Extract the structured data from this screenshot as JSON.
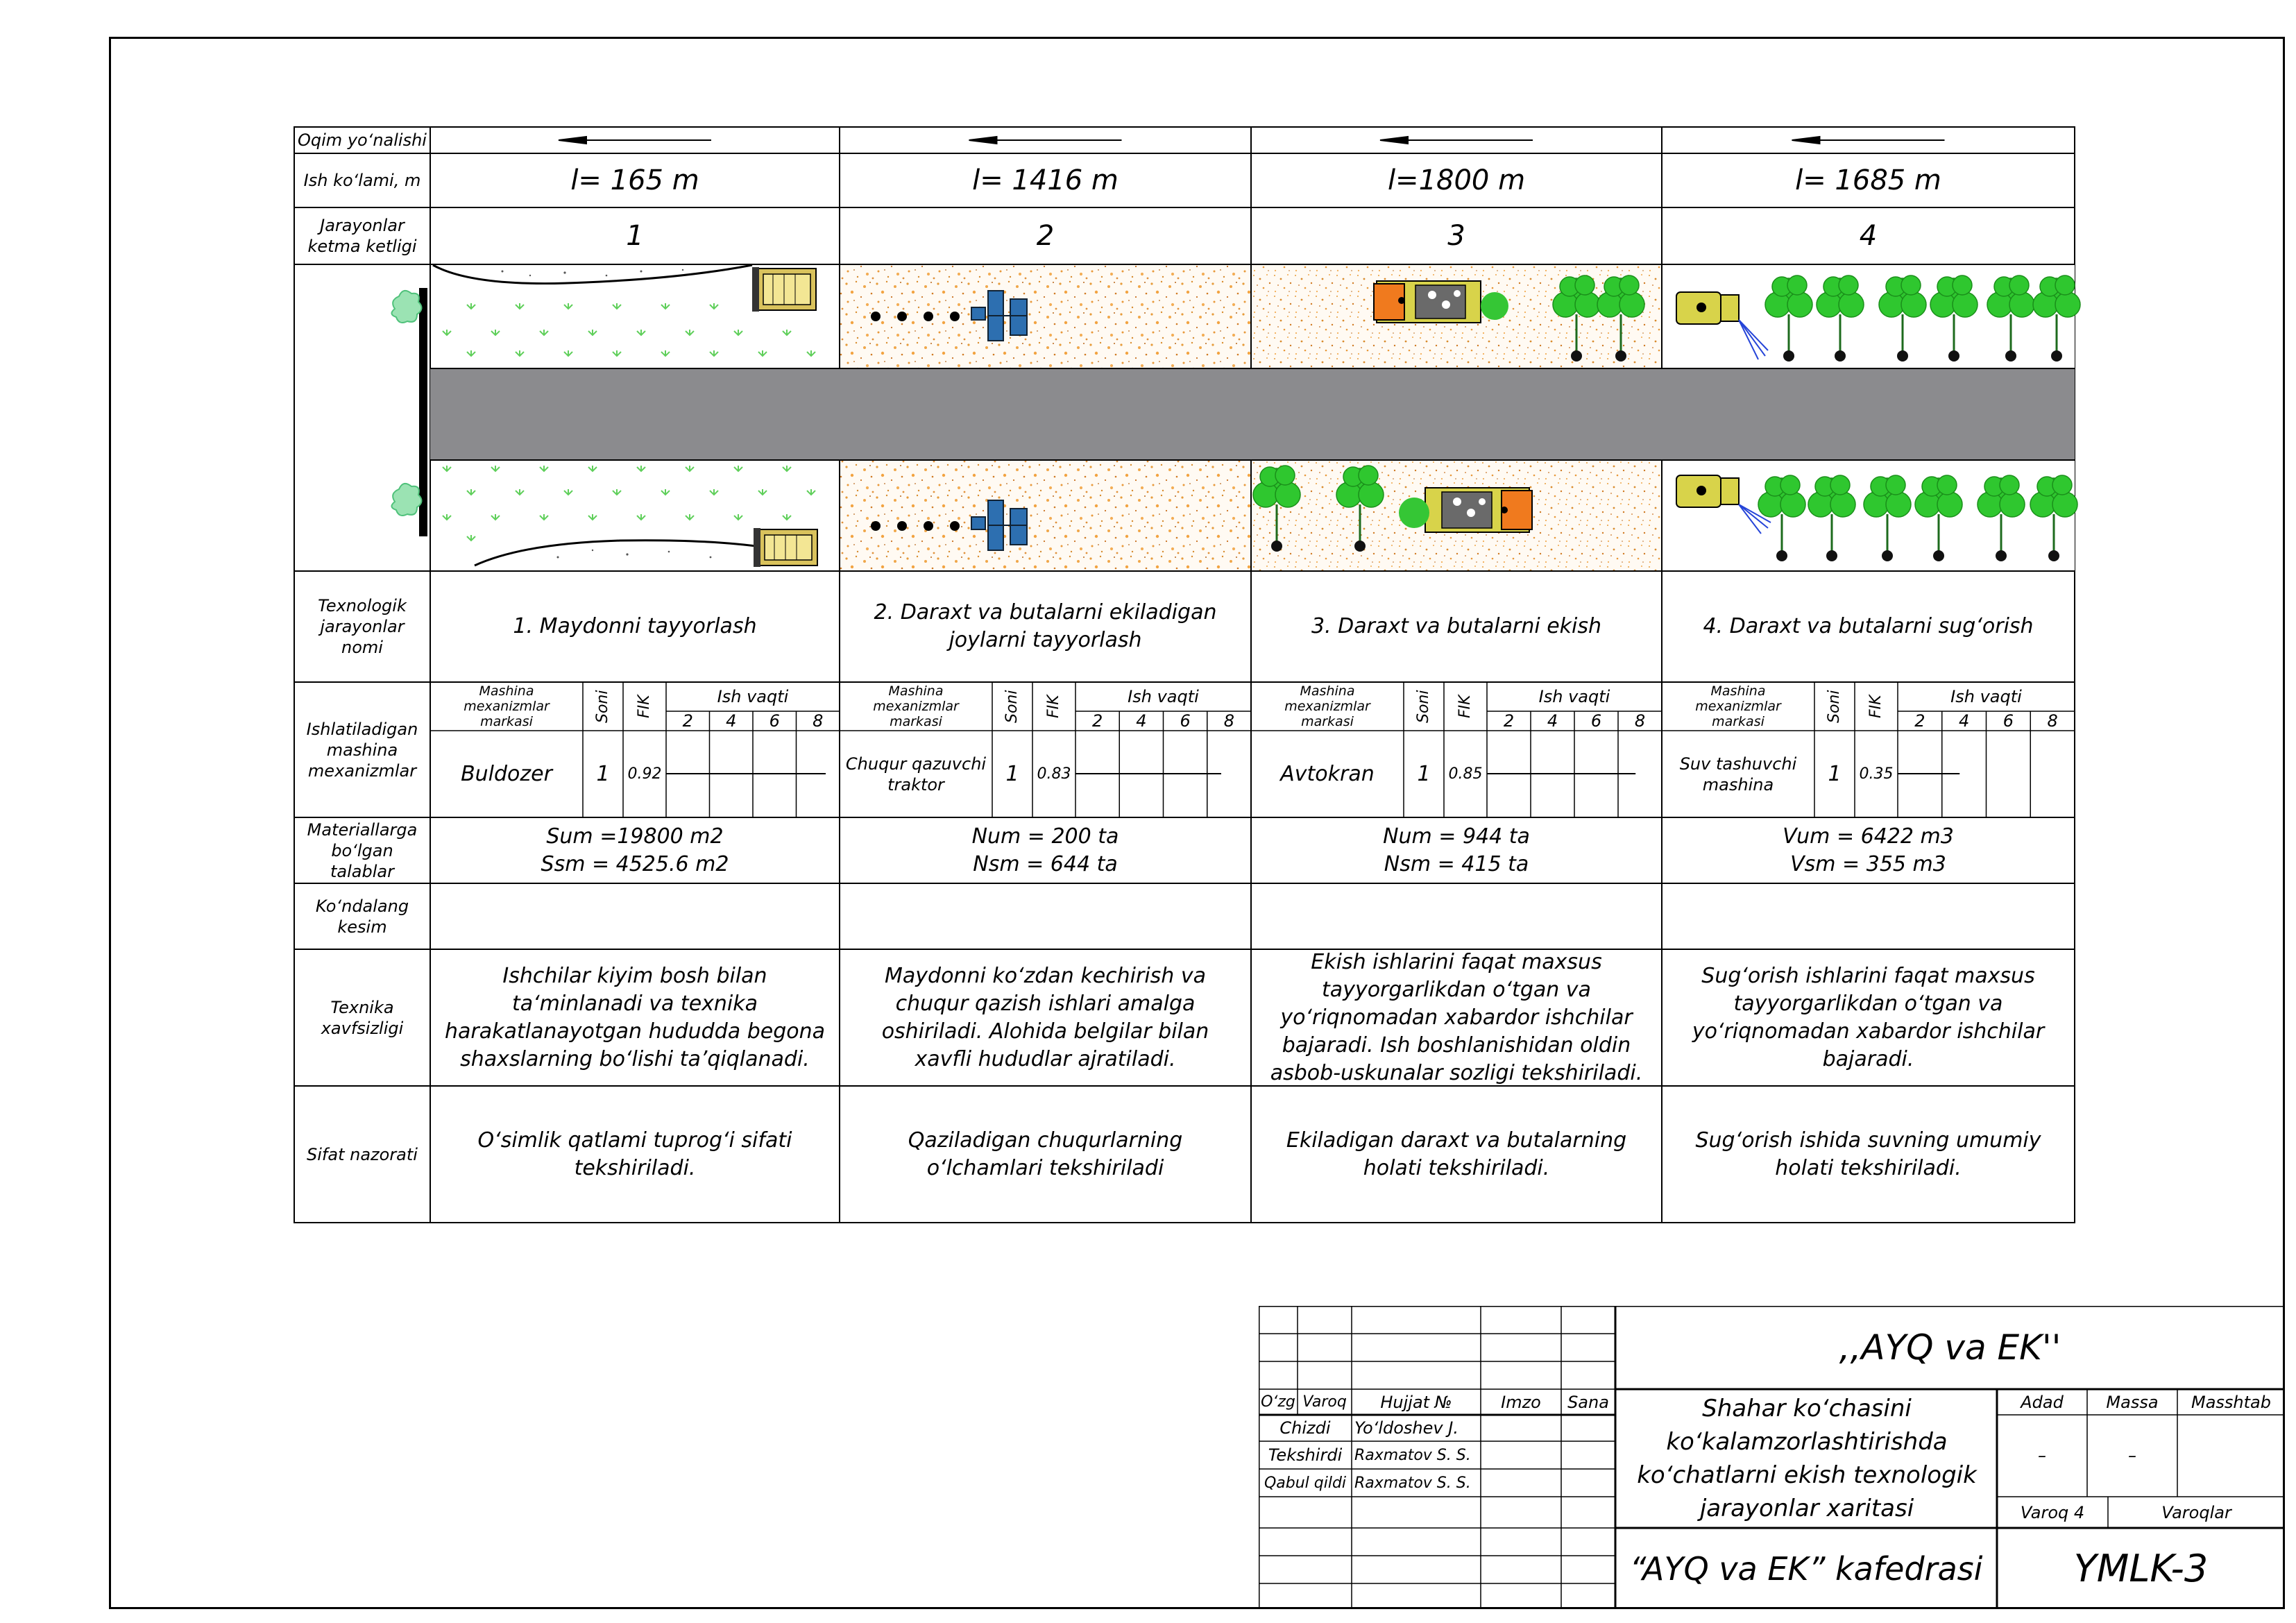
{
  "row_labels": {
    "flow": "Oqim yo‘nalishi",
    "work_volume": "Ish ko‘lami, m",
    "sequence": "Jarayonlar ketma ketligi",
    "tech_name": "Texnologik jarayonlar nomi",
    "machines": "Ishlatiladigan mashina mexanizmlar",
    "materials": "Materiallarga bo‘lgan talablar",
    "cross_section": "Ko‘ndalang kesim",
    "safety": "Texnika xavfsizligi",
    "quality": "Sifat nazorati"
  },
  "machine_headers": {
    "brand": "Mashina mexanizmlar markasi",
    "count": "Soni",
    "fik": "FIK",
    "work_time": "Ish vaqti",
    "hours": [
      "2",
      "4",
      "6",
      "8"
    ]
  },
  "columns": [
    {
      "length": "l= 165 m",
      "seq": "1",
      "name": "1. Maydonni tayyorlash",
      "machine": "Buldozer",
      "count": "1",
      "fik": "0.92",
      "time_fraction": 0.92,
      "mat1": "Sum =19800 m2",
      "mat2": "Ssm = 4525.6 m2",
      "safety": "Ishchilar kiyim bosh bilan ta‘minlanadi va texnika harakatlanayotgan hududda begona shaxslarning bo‘lishi ta’qiqlanadi.",
      "quality": "O‘simlik qatlami tuprog‘i sifati tekshiriladi."
    },
    {
      "length": "l= 1416 m",
      "seq": "2",
      "name": "2. Daraxt va butalarni ekiladigan joylarni tayyorlash",
      "machine": "Chuqur qazuvchi traktor",
      "count": "1",
      "fik": "0.83",
      "time_fraction": 0.83,
      "mat1": "Num = 200 ta",
      "mat2": "Nsm = 644 ta",
      "safety": "Maydonni ko‘zdan kechirish va chuqur qazish ishlari amalga oshiriladi. Alohida belgilar bilan xavfli hududlar ajratiladi.",
      "quality": "Qaziladigan chuqurlarning o‘lchamlari tekshiriladi"
    },
    {
      "length": "l=1800 m",
      "seq": "3",
      "name": "3. Daraxt va butalarni ekish",
      "machine": "Avtokran",
      "count": "1",
      "fik": "0.85",
      "time_fraction": 0.85,
      "mat1": "Num = 944 ta",
      "mat2": "Nsm = 415 ta",
      "safety": "Ekish ishlarini faqat maxsus tayyorgarlikdan o‘tgan va yo‘riqnomadan xabardor ishchilar bajaradi. Ish boshlanishidan oldin asbob-uskunalar sozligi tekshiriladi.",
      "quality": "Ekiladigan daraxt va butalarning holati tekshiriladi."
    },
    {
      "length": "l= 1685 m",
      "seq": "4",
      "name": "4. Daraxt va butalarni sug‘orish",
      "machine": "Suv tashuvchi mashina",
      "count": "1",
      "fik": "0.35",
      "time_fraction": 0.35,
      "mat1": "Vum = 6422 m3",
      "mat2": "Vsm = 355 m3",
      "safety": "Sug‘orish ishlarini faqat maxsus tayyorgarlikdan o‘tgan va yo‘riqnomadan xabardor ishchilar bajaradi.",
      "quality": "Sug‘orish ishida suvning umumiy holati tekshiriladi."
    }
  ],
  "title_block": {
    "org_top": ",,AYQ va EK''",
    "headers": [
      "O‘zg",
      "Varoq",
      "Hujjat №",
      "Imzo",
      "Sana"
    ],
    "roles": [
      "Chizdi",
      "Tekshirdi",
      "Qabul qildi"
    ],
    "names": [
      "Yo‘ldoshev J.",
      "Raxmatov S. S.",
      "Raxmatov S. S."
    ],
    "doc_title": "Shahar ko‘chasini ko‘kalamzorlashtirishda ko‘chatlarni ekish texnologik jarayonlar xaritasi",
    "adad": "Adad",
    "massa": "Massa",
    "masshtab": "Masshtab",
    "dash1": "–",
    "dash2": "–",
    "varoq": "Varoq 4",
    "varoqlar": "Varoqlar",
    "dept": "“AYQ va EK” kafedrasi",
    "code": "YMLK-3"
  }
}
